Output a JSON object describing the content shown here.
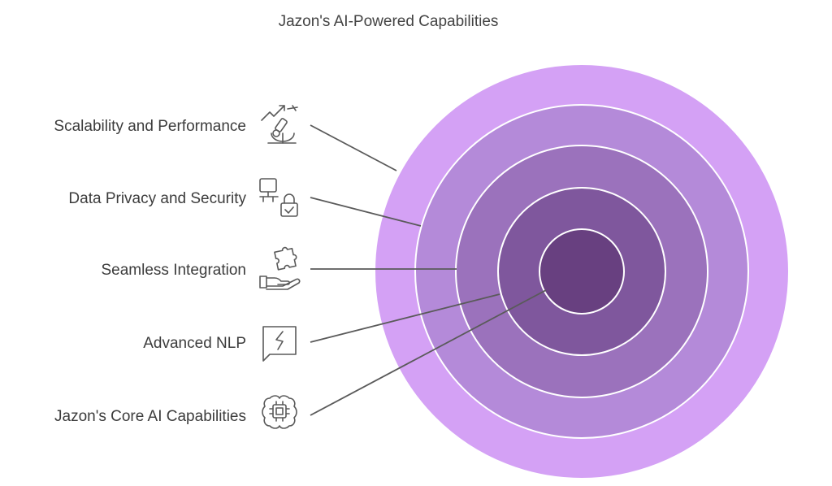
{
  "title": "Jazon's AI-Powered Capabilities",
  "layers": [
    {
      "label": "Scalability and Performance",
      "icon": "scalability-microscope-icon",
      "color": "#d4a1f5"
    },
    {
      "label": "Data Privacy and Security",
      "icon": "computer-lock-icon",
      "color": "#b48ad9"
    },
    {
      "label": "Seamless Integration",
      "icon": "puzzle-hand-icon",
      "color": "#9b72bc"
    },
    {
      "label": "Advanced NLP",
      "icon": "chat-bubble-icon",
      "color": "#7f579d"
    },
    {
      "label": "Jazon's Core AI Capabilities",
      "icon": "brain-chip-icon",
      "color": "#684080"
    }
  ]
}
